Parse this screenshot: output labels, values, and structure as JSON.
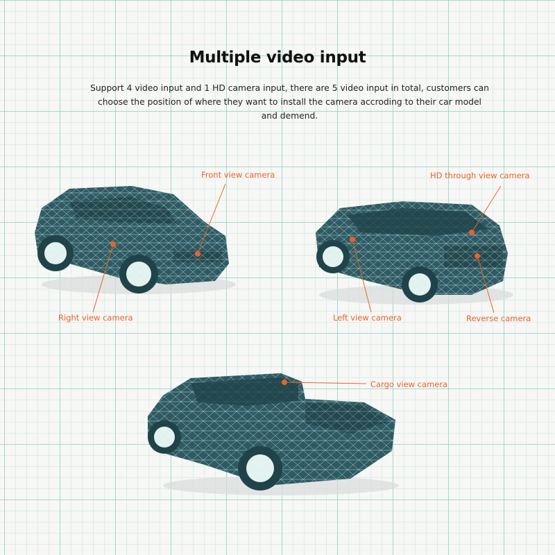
{
  "header": {
    "title": "Multiple video input",
    "description": "Support 4 video input and 1 HD camera input, there are  5 video input in total, customers can choose the position of where they want to install the camera accroding to their car model and demend."
  },
  "labels": {
    "front": "Front view camera",
    "right": "Right view camera",
    "hd": "HD through view camera",
    "left": "Left view camera",
    "reverse": "Reverse camera",
    "cargo": "Cargo view camera"
  },
  "colors": {
    "accent": "#e8632a",
    "car_body": "#2f5a63",
    "wireframe": "#bfe3e0",
    "grid": "#78c8b9"
  }
}
